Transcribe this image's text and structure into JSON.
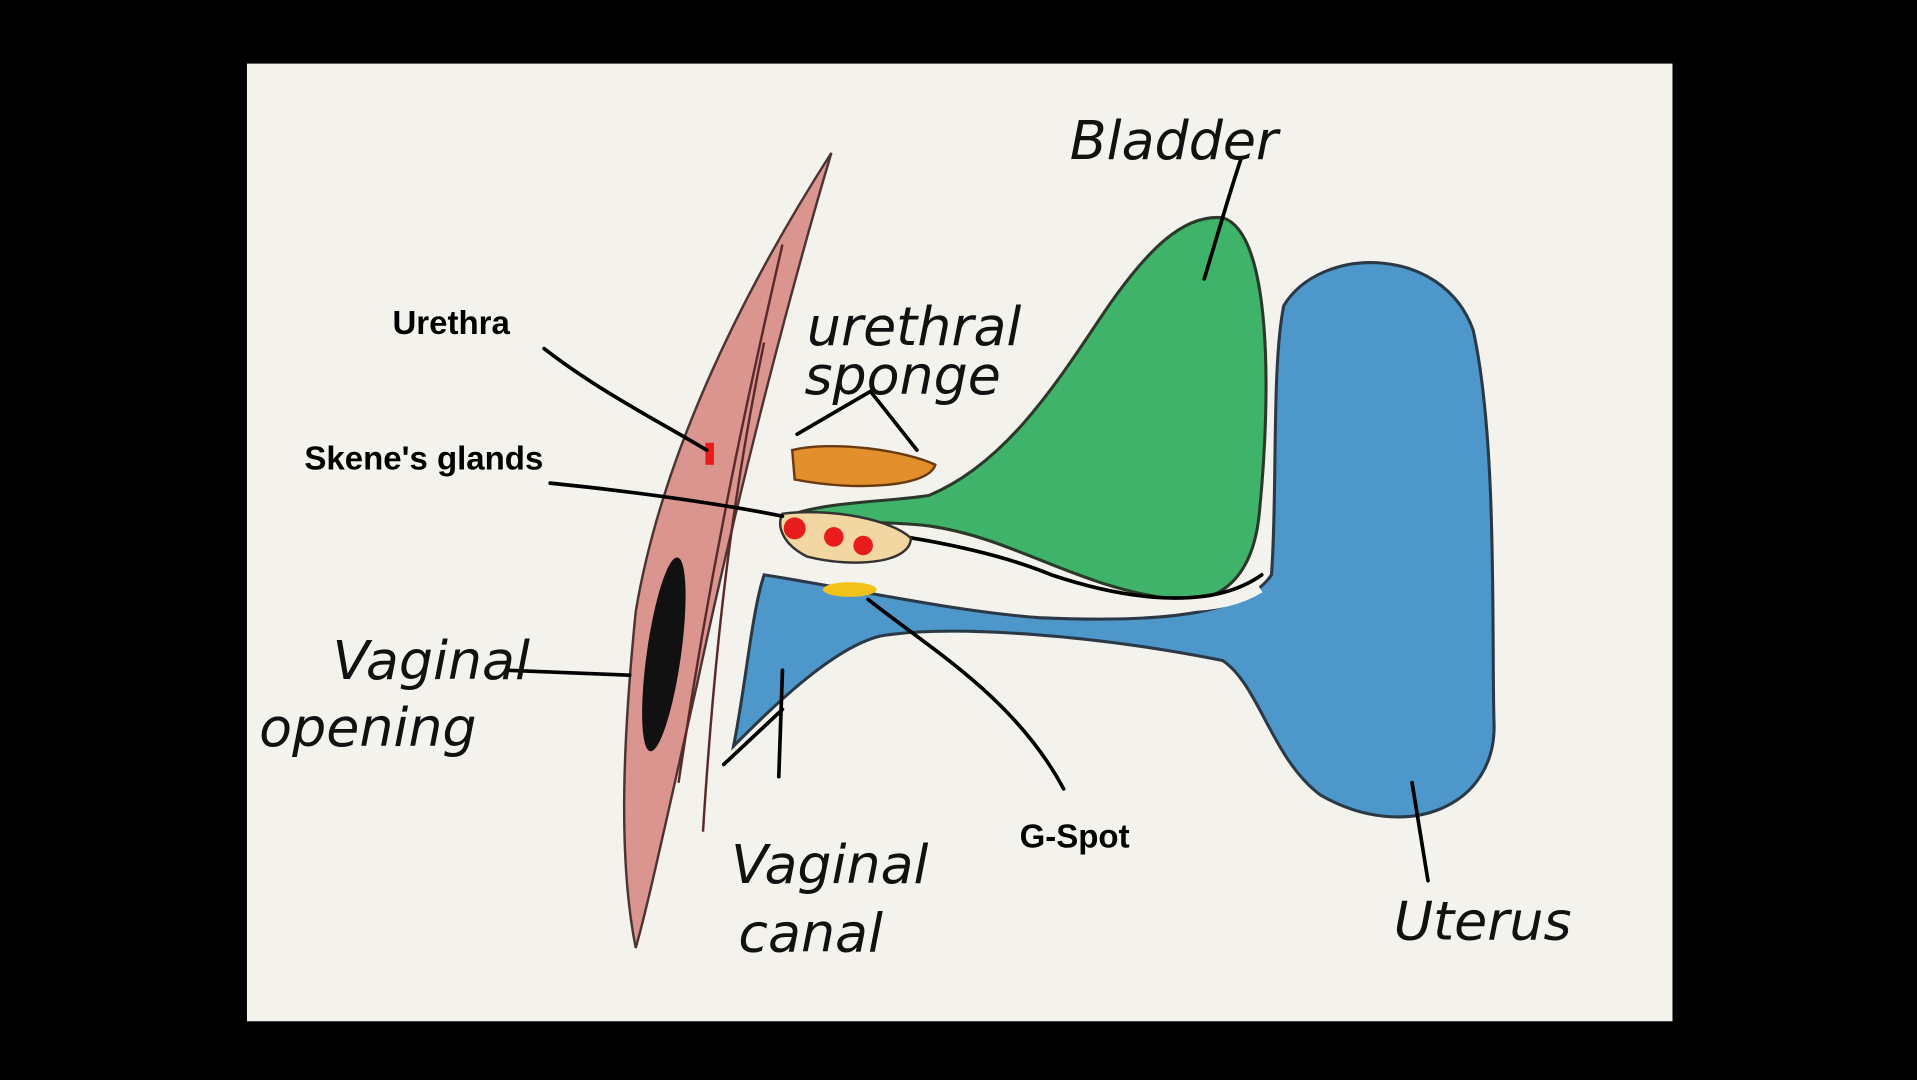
{
  "diagram": {
    "typed_labels": {
      "urethra": "Urethra",
      "skenes_glands": "Skene's glands",
      "g_spot": "G-Spot"
    },
    "handwritten_labels": {
      "bladder": "Bladder",
      "urethral_sponge_line1": "urethral",
      "urethral_sponge_line2": "sponge",
      "vaginal_opening_line1": "Vaginal",
      "vaginal_opening_line2": "opening",
      "vaginal_canal_line1": "Vaginal",
      "vaginal_canal_line2": "canal",
      "uterus": "Uterus"
    },
    "colors": {
      "paper": "#f4f2ec",
      "labia": "#d98c86",
      "bladder": "#2fae5e",
      "uterus": "#3f90c8",
      "sponge": "#e3902c",
      "glands": "#e81c1c",
      "g_spot": "#f2c21a"
    }
  }
}
